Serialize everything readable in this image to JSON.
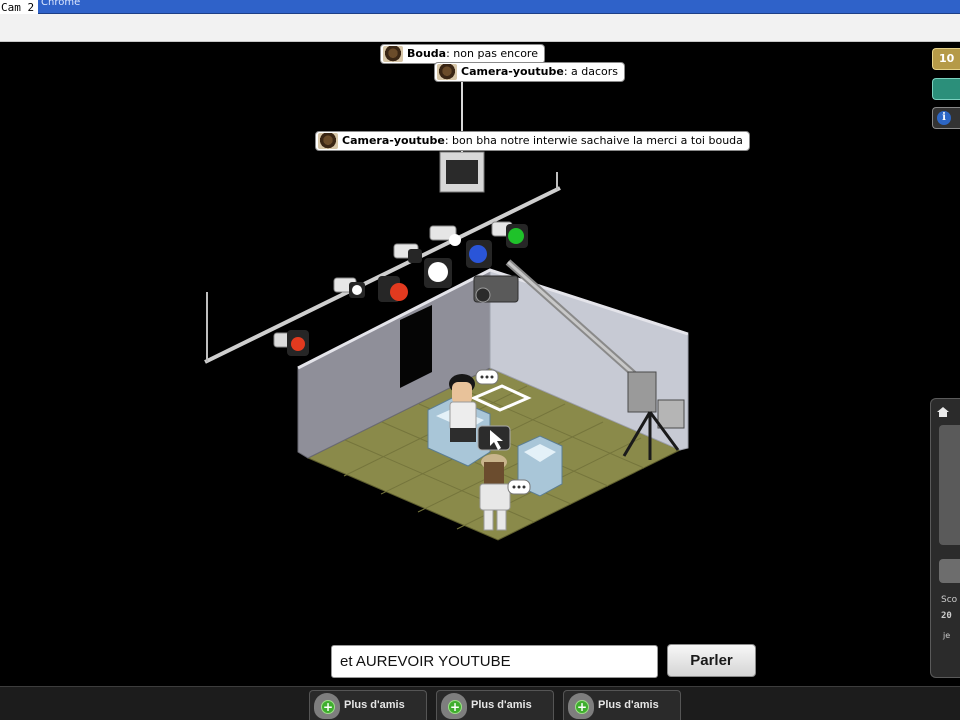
{
  "window": {
    "tab_label": "Cam 2",
    "browser_label": "Chrome"
  },
  "chat": {
    "messages": [
      {
        "user": "Bouda",
        "text": "non pas encore"
      },
      {
        "user": "Camera-youtube",
        "text": "a dacors"
      },
      {
        "user": "Camera-youtube",
        "text": "bon bha notre interwie sachaive la merci a toi bouda"
      }
    ],
    "input_value": "et AUREVOIR YOUTUBE",
    "send_label": "Parler"
  },
  "right_panel": {
    "credits": "10",
    "info_icon": "info-icon",
    "nav_score_label": "Sco",
    "nav_score_value": "20",
    "nav_text": "je"
  },
  "bottom_bar": {
    "friend_slots": [
      {
        "label": "Plus d'amis"
      },
      {
        "label": "Plus d'amis"
      },
      {
        "label": "Plus d'amis"
      }
    ]
  },
  "colors": {
    "background": "#000000",
    "floor": "#8a8a4a",
    "wall_left": "#8f8f99",
    "wall_right": "#c7cad4",
    "light_red": "#e23a1f",
    "light_blue": "#2a55d8",
    "light_green": "#1fc22a",
    "credits_gold": "#b59a48",
    "button_green": "#3fae2e"
  }
}
